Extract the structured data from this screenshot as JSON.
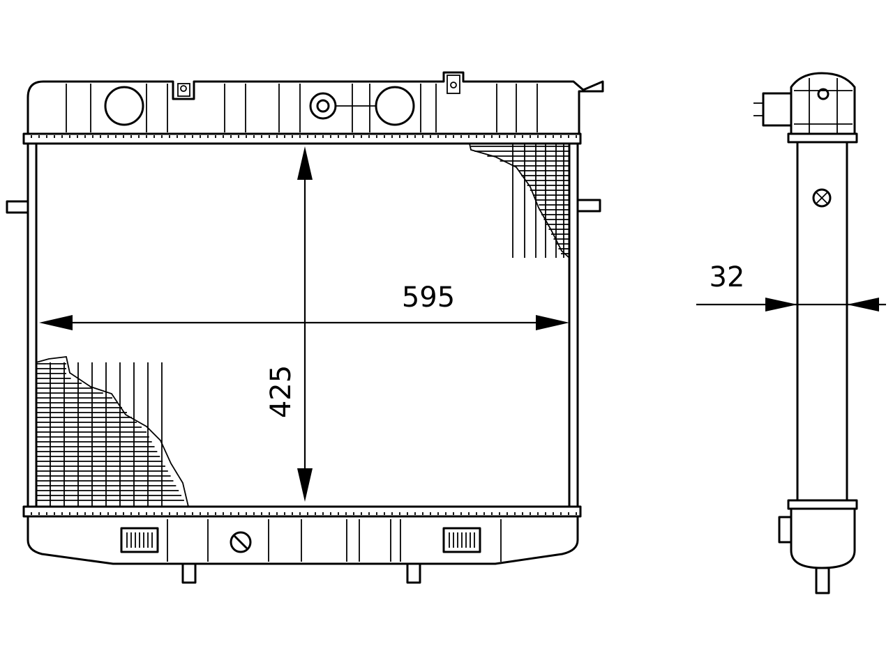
{
  "drawing": {
    "dimensions": {
      "width": "595",
      "height": "425",
      "depth": "32"
    }
  }
}
